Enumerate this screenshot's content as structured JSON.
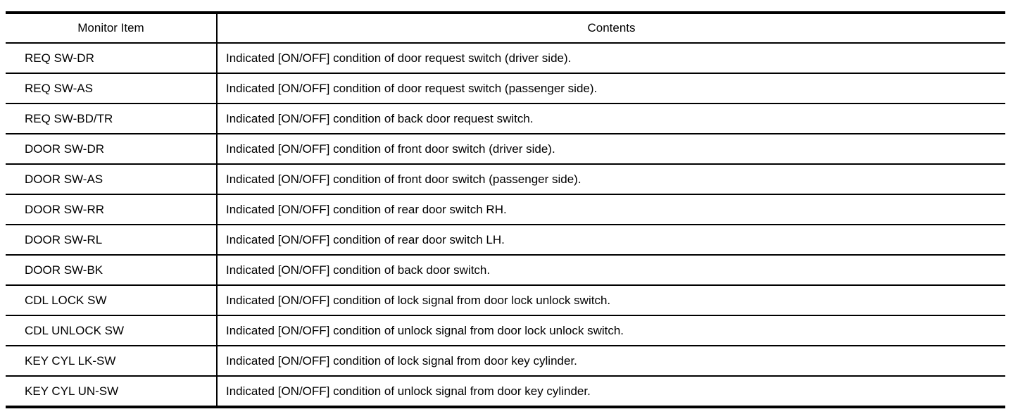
{
  "table": {
    "headers": [
      "Monitor Item",
      "Contents"
    ],
    "rows": [
      {
        "item": "REQ SW-DR",
        "contents": "Indicated [ON/OFF] condition of door request switch (driver side)."
      },
      {
        "item": "REQ SW-AS",
        "contents": "Indicated [ON/OFF] condition of door request switch (passenger side)."
      },
      {
        "item": "REQ SW-BD/TR",
        "contents": "Indicated [ON/OFF] condition of back door request switch."
      },
      {
        "item": "DOOR SW-DR",
        "contents": "Indicated [ON/OFF] condition of front door switch (driver side)."
      },
      {
        "item": "DOOR SW-AS",
        "contents": "Indicated [ON/OFF] condition of front door switch (passenger side)."
      },
      {
        "item": "DOOR SW-RR",
        "contents": "Indicated [ON/OFF] condition of rear door switch RH."
      },
      {
        "item": "DOOR SW-RL",
        "contents": "Indicated [ON/OFF] condition of rear door switch LH."
      },
      {
        "item": "DOOR SW-BK",
        "contents": "Indicated [ON/OFF] condition of back door switch."
      },
      {
        "item": "CDL LOCK SW",
        "contents": "Indicated [ON/OFF] condition of lock signal from door lock unlock switch."
      },
      {
        "item": "CDL UNLOCK SW",
        "contents": "Indicated [ON/OFF] condition of unlock signal from door lock unlock switch."
      },
      {
        "item": "KEY CYL LK-SW",
        "contents": "Indicated [ON/OFF] condition of lock signal from door key cylinder."
      },
      {
        "item": "KEY CYL UN-SW",
        "contents": "Indicated [ON/OFF] condition of unlock signal from door key cylinder."
      }
    ],
    "line_color": "#000000",
    "background_color": "#ffffff"
  }
}
